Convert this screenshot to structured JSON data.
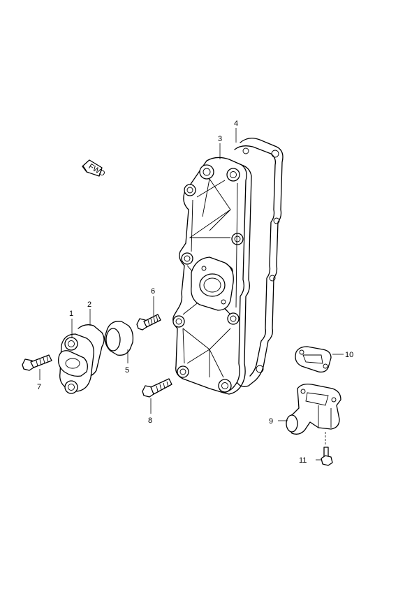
{
  "fwd_label": "FWD",
  "callouts": {
    "c1": "1",
    "c2": "2",
    "c3": "3",
    "c4": "4",
    "c5": "5",
    "c6": "6",
    "c7": "7",
    "c8": "8",
    "c9": "9",
    "c10": "10",
    "c11": "11"
  }
}
